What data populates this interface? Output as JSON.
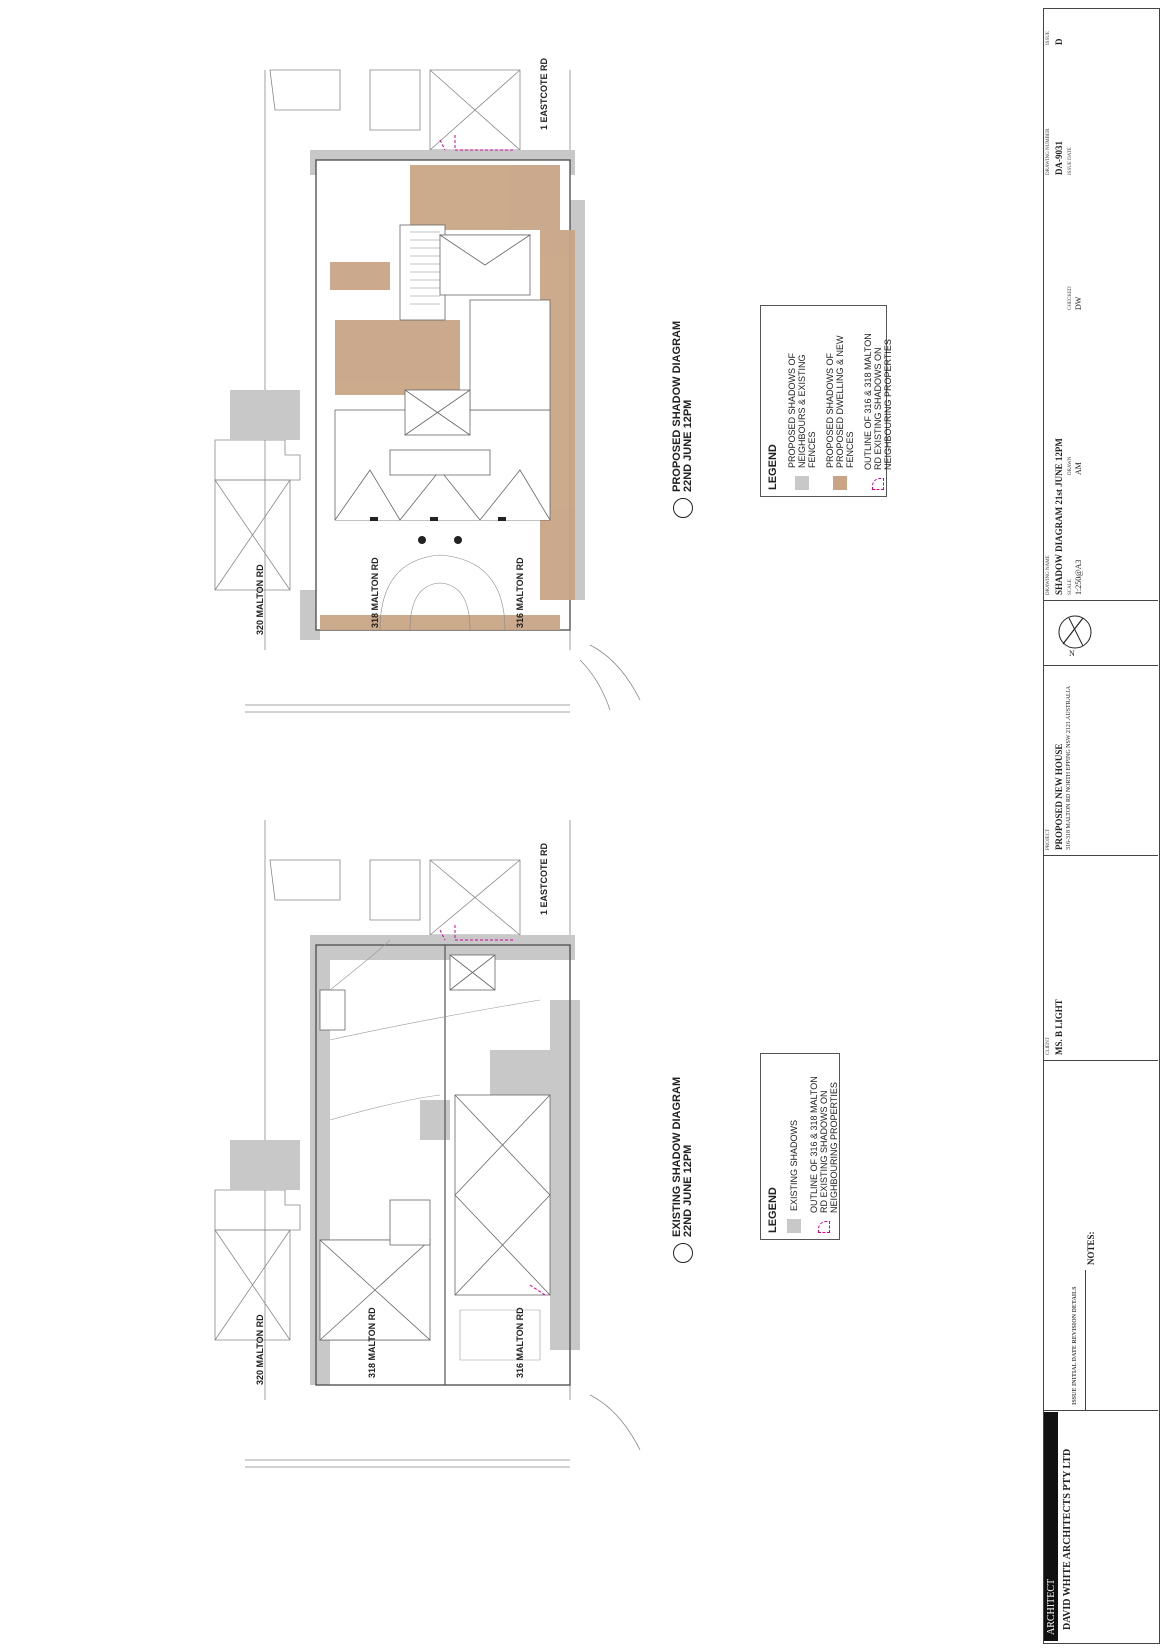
{
  "colors": {
    "existing_shadow": "#c8c8c8",
    "proposed_shadow": "#c9a586",
    "outline": "#d1009a",
    "line": "#777777"
  },
  "roads": {
    "r320": "320 MALTON RD",
    "r318": "318 MALTON RD",
    "r316": "316 MALTON RD",
    "eastcote": "1 EASTCOTE RD"
  },
  "proposed": {
    "title_line1": "PROPOSED SHADOW DIAGRAM",
    "title_line2": "22ND JUNE 12PM",
    "legend": {
      "title": "LEGEND",
      "items": [
        "PROPOSED SHADOWS OF NEIGHBOURS & EXISTING FENCES",
        "PROPOSED SHADOWS OF PROPOSED DWELLING & NEW FENCES",
        "OUTLINE OF 316 & 318 MALTON RD EXISTING SHADOWS ON NEIGHBOURING PROPERTIES"
      ]
    }
  },
  "existing": {
    "title_line1": "EXISTING SHADOW DIAGRAM",
    "title_line2": "22ND JUNE 12PM",
    "legend": {
      "title": "LEGEND",
      "items": [
        "EXISTING SHADOWS",
        "OUTLINE OF 316 & 318 MALTON RD EXISTING SHADOWS ON NEIGHBOURING PROPERTIES"
      ]
    }
  },
  "titleblock": {
    "architect_label": "ARCHITECT",
    "firm": "DAVID WHITE ARCHITECTS PTY LTD",
    "client_label": "CLIENT",
    "client": "MS. B LIGHT",
    "project_label": "PROJECT",
    "project": "PROPOSED NEW HOUSE",
    "project_address": "316-318 MALTON RD NORTH EPPING NSW 2121 AUSTRALIA",
    "notes_label": "NOTES:",
    "revision_header": "ISSUE  INITIAL  DATE  REVISION DETAILS",
    "drawing_name_label": "DRAWING NAME",
    "drawing_name": "SHADOW DIAGRAM 21st JUNE 12PM",
    "scale_label": "SCALE",
    "scale": "1:250@A3",
    "drawn_label": "DRAWN",
    "drawn": "AM",
    "checked_label": "CHECKED",
    "checked": "DW",
    "drawing_number_label": "DRAWING NUMBER",
    "drawing_number": "DA-9031",
    "issue_label": "ISSUE",
    "issue": "D",
    "issue_date_label": "ISSUE DATE"
  }
}
